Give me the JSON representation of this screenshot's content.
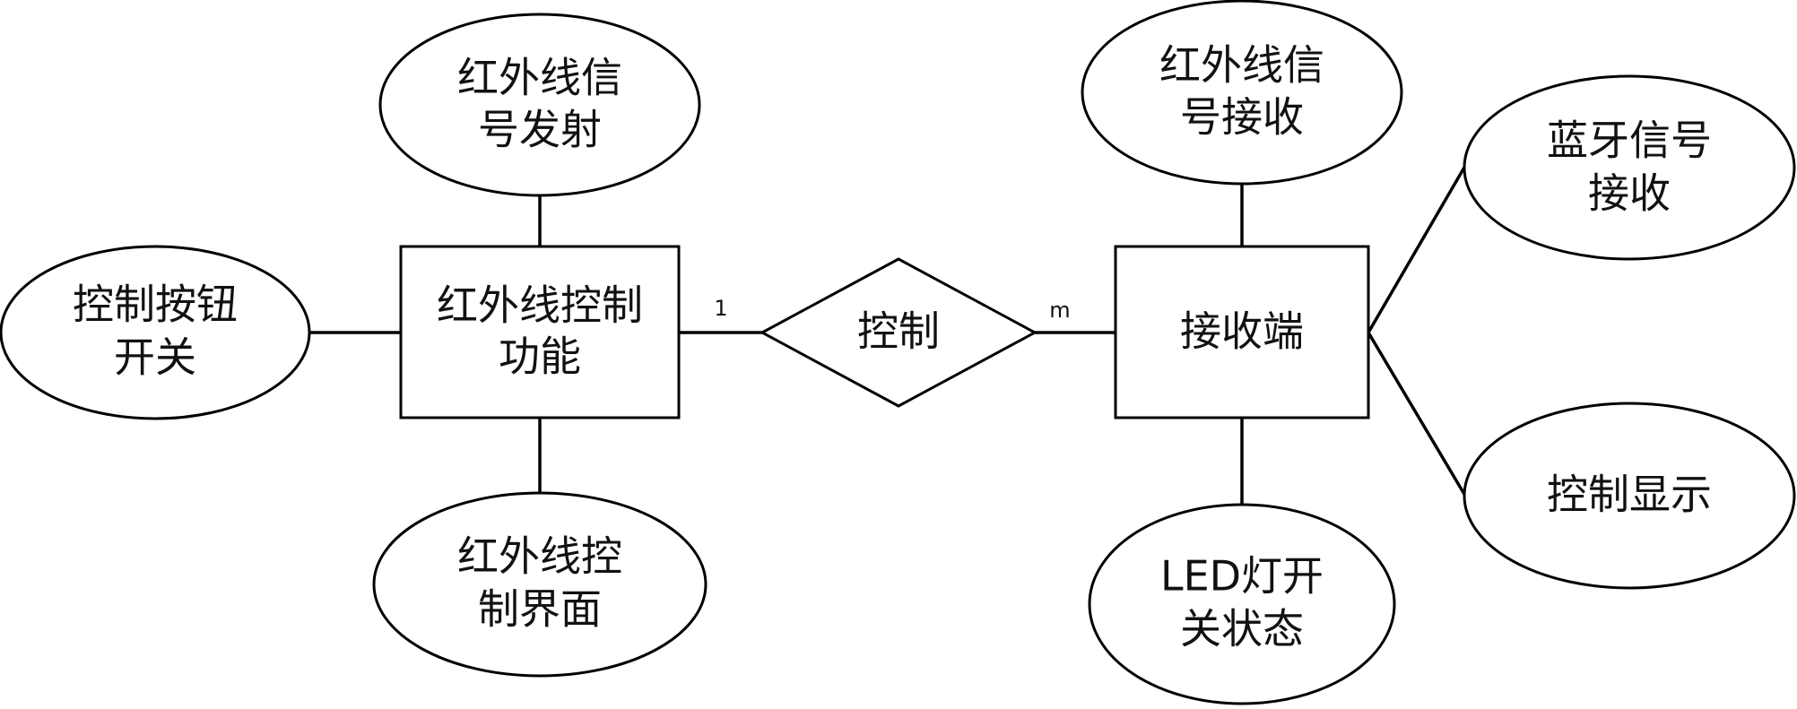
{
  "entities": {
    "ir_control": {
      "line1": "红外线控制",
      "line2": "功能"
    },
    "receiver": {
      "line1": "接收端"
    }
  },
  "relationship": {
    "label": "控制"
  },
  "cardinality": {
    "left": "1",
    "right": "m"
  },
  "attributes": {
    "ir_emit": {
      "line1": "红外线信",
      "line2": "号发射"
    },
    "control_button": {
      "line1": "控制按钮",
      "line2": "开关"
    },
    "ir_interface": {
      "line1": "红外线控",
      "line2": "制界面"
    },
    "ir_receive": {
      "line1": "红外线信",
      "line2": "号接收"
    },
    "bt_receive": {
      "line1": "蓝牙信号",
      "line2": "接收"
    },
    "control_display": {
      "line1": "控制显示"
    },
    "led_state": {
      "line1": "LED灯开",
      "line2": "关状态"
    }
  }
}
